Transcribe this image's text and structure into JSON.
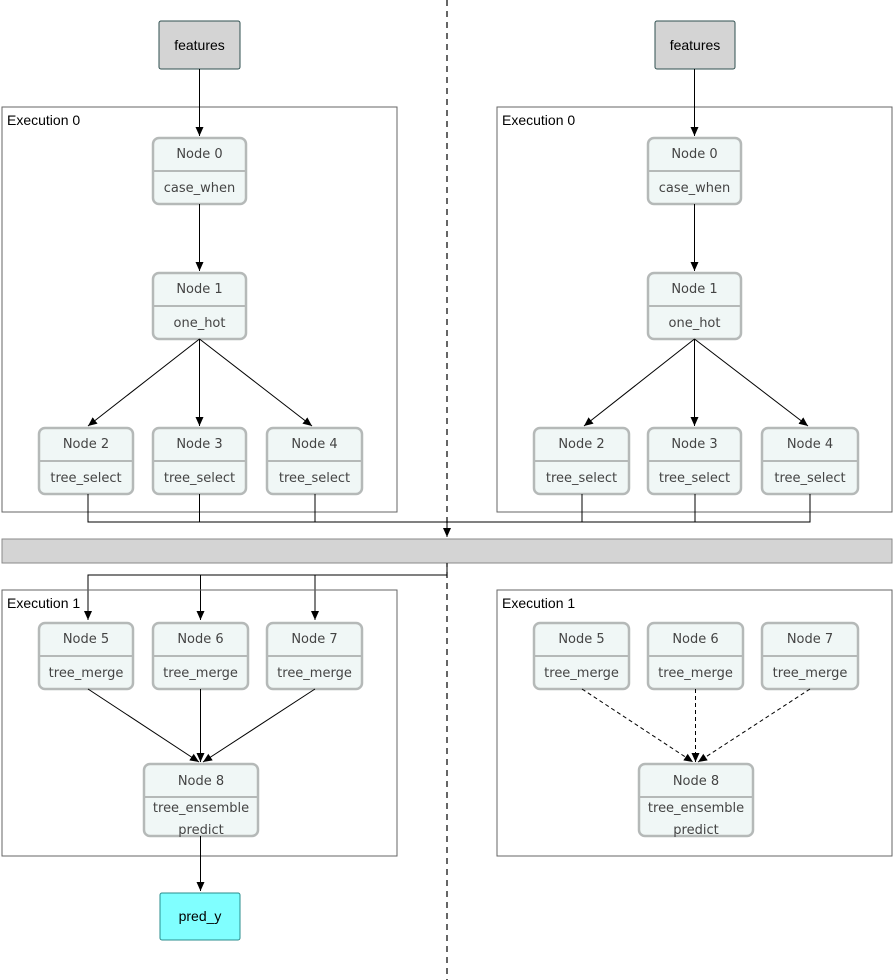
{
  "colors": {
    "node_fill": "#f0f7f6",
    "node_stroke": "#b5b9b8",
    "input_fill": "#d4d4d4",
    "input_stroke": "#2f4f4f",
    "output_fill": "#80ffff",
    "output_stroke": "#2a8c8c",
    "shared_bar_fill": "#d4d4d4",
    "edge": "#000000"
  },
  "left": {
    "input_label": "features",
    "execution0": {
      "label": "Execution 0",
      "nodes": [
        {
          "title": "Node 0",
          "op": "case_when"
        },
        {
          "title": "Node 1",
          "op": "one_hot"
        },
        {
          "title": "Node 2",
          "op": "tree_select"
        },
        {
          "title": "Node 3",
          "op": "tree_select"
        },
        {
          "title": "Node 4",
          "op": "tree_select"
        }
      ]
    },
    "execution1": {
      "label": "Execution 1",
      "nodes": [
        {
          "title": "Node 5",
          "op": "tree_merge"
        },
        {
          "title": "Node 6",
          "op": "tree_merge"
        },
        {
          "title": "Node 7",
          "op": "tree_merge"
        },
        {
          "title": "Node 8",
          "op_line1": "tree_ensemble",
          "op_line2": "predict"
        }
      ]
    },
    "output_label": "pred_y"
  },
  "right": {
    "input_label": "features",
    "execution0": {
      "label": "Execution 0",
      "nodes": [
        {
          "title": "Node 0",
          "op": "case_when"
        },
        {
          "title": "Node 1",
          "op": "one_hot"
        },
        {
          "title": "Node 2",
          "op": "tree_select"
        },
        {
          "title": "Node 3",
          "op": "tree_select"
        },
        {
          "title": "Node 4",
          "op": "tree_select"
        }
      ]
    },
    "execution1": {
      "label": "Execution 1",
      "nodes": [
        {
          "title": "Node 5",
          "op": "tree_merge"
        },
        {
          "title": "Node 6",
          "op": "tree_merge"
        },
        {
          "title": "Node 7",
          "op": "tree_merge"
        },
        {
          "title": "Node 8",
          "op_line1": "tree_ensemble",
          "op_line2": "predict"
        }
      ]
    }
  }
}
